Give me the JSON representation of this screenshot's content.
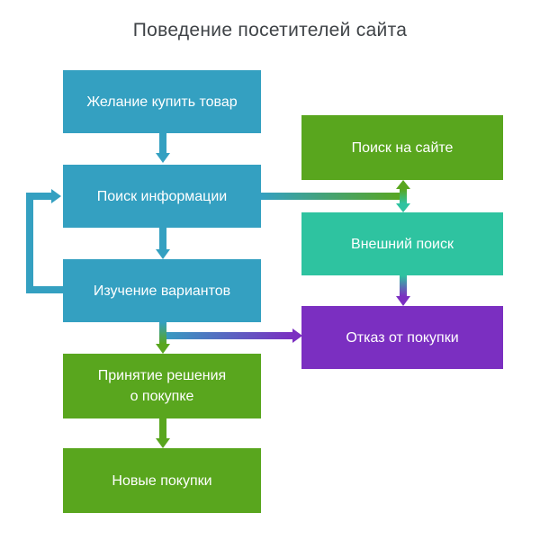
{
  "title": "Поведение посетителей сайта",
  "colors": {
    "blue": "#34a0c1",
    "green": "#59a61e",
    "teal": "#2ec3a0",
    "purple": "#7b2fc1",
    "title_text": "#3f4347",
    "node_text": "#ffffff",
    "background": "#ffffff"
  },
  "nodes": {
    "desire": {
      "label": "Желание купить товар",
      "color": "blue"
    },
    "search_info": {
      "label": "Поиск информации",
      "color": "blue"
    },
    "explore": {
      "label": "Изучение вариантов",
      "color": "blue"
    },
    "decision": {
      "label": "Принятие решения о покупке",
      "lines": [
        "Принятие решения",
        "о покупке"
      ],
      "color": "green"
    },
    "new_purchases": {
      "label": "Новые покупки",
      "color": "green"
    },
    "site_search": {
      "label": "Поиск на сайте",
      "color": "green"
    },
    "external_search": {
      "label": "Внешний поиск",
      "color": "teal"
    },
    "refusal": {
      "label": "Отказ от покупки",
      "color": "purple"
    }
  },
  "edges": [
    {
      "from": "desire",
      "to": "search_info",
      "type": "arrow",
      "color": "blue"
    },
    {
      "from": "search_info",
      "to": "explore",
      "type": "arrow",
      "color": "blue"
    },
    {
      "from": "explore",
      "to": "search_info",
      "type": "loop-arrow",
      "color": "blue"
    },
    {
      "from": "search_info",
      "to": "site_search",
      "type": "connector",
      "color": "blue-green-gradient"
    },
    {
      "from": "site_search",
      "to": "external_search",
      "type": "bidirectional",
      "color": "green-teal-gradient"
    },
    {
      "from": "external_search",
      "to": "refusal",
      "type": "arrow",
      "color": "teal-purple-gradient"
    },
    {
      "from": "explore",
      "to": "decision",
      "type": "arrow",
      "color": "blue-green-gradient"
    },
    {
      "from": "explore",
      "to": "refusal",
      "type": "arrow",
      "color": "blue-purple-gradient"
    },
    {
      "from": "decision",
      "to": "new_purchases",
      "type": "arrow",
      "color": "green"
    }
  ]
}
